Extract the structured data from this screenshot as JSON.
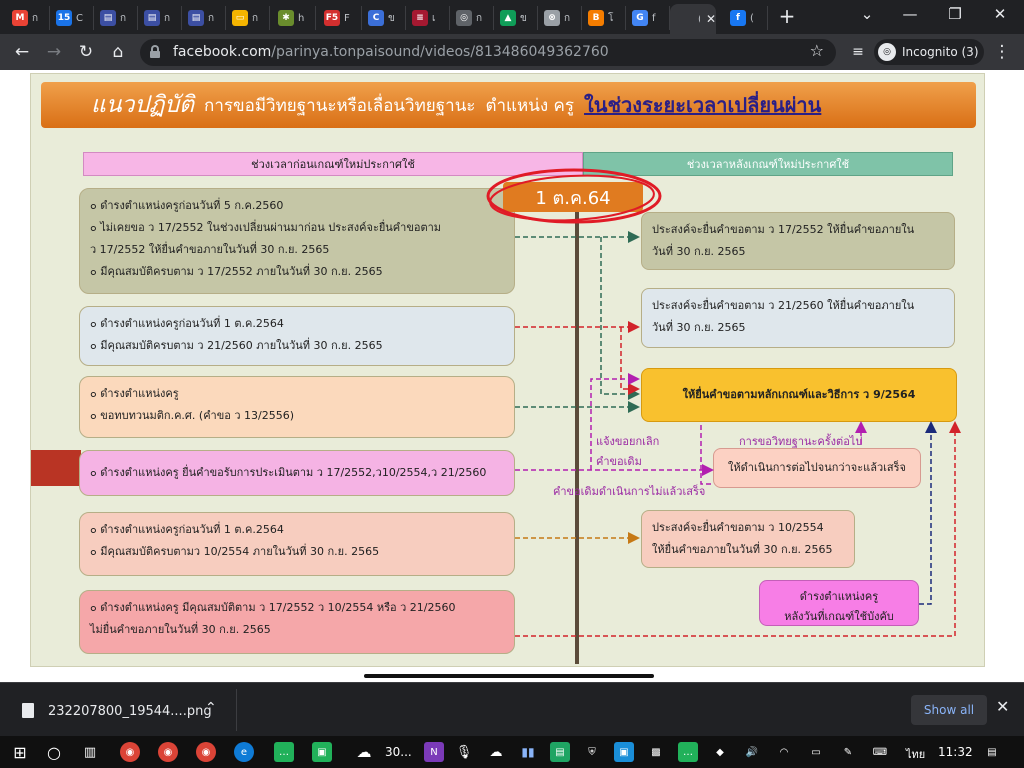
{
  "tabs": [
    {
      "icon": "gmail-icon",
      "letter": "M",
      "color": "#ea4335",
      "title": "ก"
    },
    {
      "icon": "calendar-icon",
      "letter": "15",
      "color": "#1a73e8",
      "title": "C"
    },
    {
      "icon": "sheets-icon",
      "letter": "▤",
      "color": "#3c4fa3",
      "title": "ก"
    },
    {
      "icon": "sheets-icon",
      "letter": "▤",
      "color": "#3c4fa3",
      "title": "ก"
    },
    {
      "icon": "sheets-icon",
      "letter": "▤",
      "color": "#3c4fa3",
      "title": "ก"
    },
    {
      "icon": "slides-icon",
      "letter": "▭",
      "color": "#f4b400",
      "title": "ก"
    },
    {
      "icon": "pinwheel-icon",
      "letter": "✱",
      "color": "#6a8d2d",
      "title": "h"
    },
    {
      "icon": "f5-icon",
      "letter": "F5",
      "color": "#d32f2f",
      "title": "F"
    },
    {
      "icon": "c-icon",
      "letter": "C",
      "color": "#3b6fd8",
      "title": "ข"
    },
    {
      "icon": "thai-flag-icon",
      "letter": "≡",
      "color": "#a51931",
      "title": "เ"
    },
    {
      "icon": "incognito-icon",
      "letter": "◎",
      "color": "#5f6368",
      "title": "ก"
    },
    {
      "icon": "drive-icon",
      "letter": "▲",
      "color": "#0f9d58",
      "title": "ข"
    },
    {
      "icon": "globe-icon",
      "letter": "⊗",
      "color": "#9aa0a6",
      "title": "ก"
    },
    {
      "icon": "blogger-icon",
      "letter": "B",
      "color": "#f57d00",
      "title": "โ"
    },
    {
      "icon": "google-icon",
      "letter": "G",
      "color": "#4285f4",
      "title": "f"
    },
    {
      "icon": "video-icon",
      "letter": "",
      "color": "#35363a",
      "title": "(1"
    },
    {
      "icon": "facebook-icon",
      "letter": "f",
      "color": "#1877f2",
      "title": "("
    }
  ],
  "url": {
    "domain": "facebook.com",
    "path": "/parinya.tonpaisound/videos/813486049362760"
  },
  "incognito": {
    "label": "Incognito (3)"
  },
  "slide": {
    "title": {
      "t1": "แนวปฏิบัติ",
      "t2": "การขอมีวิทยฐานะหรือเลื่อนวิทยฐานะ",
      "t3": "ตำแหน่ง ครู",
      "t4": "ในช่วงระยะเวลาเปลี่ยนผ่าน"
    },
    "col_left": "ช่วงเวลาก่อนเกณฑ์ใหม่ประกาศใช้",
    "col_right": "ช่วงเวลาหลังเกณฑ์ใหม่ประกาศใช้",
    "date_badge": "1 ต.ค.64",
    "left_boxes": [
      {
        "lines": [
          "๐  ดำรงตำแหน่งครูก่อนวันที่ 5 ก.ค.2560",
          "๐  ไม่เคยขอ ว 17/2552 ในช่วงเปลี่ยนผ่านมาก่อน ประสงค์จะยื่นคำขอตาม",
          "     ว 17/2552 ให้ยื่นคำขอภายในวันที่ 30 ก.ย. 2565",
          "๐  มีคุณสมบัติครบตาม ว 17/2552 ภายในวันที่ 30 ก.ย. 2565"
        ]
      },
      {
        "lines": [
          "๐  ดำรงตำแหน่งครูก่อนวันที่ 1 ต.ค.2564",
          "๐  มีคุณสมบัติครบตาม ว 21/2560 ภายในวันที่ 30 ก.ย. 2565"
        ]
      },
      {
        "lines": [
          "๐  ดำรงตำแหน่งครู",
          "๐  ขอทบทวนมติก.ค.ศ. (คำขอ ว 13/2556)"
        ]
      },
      {
        "lines": [
          "๐  ดำรงตำแหน่งครู ยื่นคำขอรับการประเมินตาม ว 17/2552,ว10/2554,ว 21/2560"
        ]
      },
      {
        "lines": [
          "๐  ดำรงตำแหน่งครูก่อนวันที่ 1 ต.ค.2564",
          "๐  มีคุณสมบัติครบตามว 10/2554 ภายในวันที่ 30 ก.ย. 2565"
        ]
      },
      {
        "lines": [
          "๐  ดำรงตำแหน่งครู มีคุณสมบัติตาม ว 17/2552 ว 10/2554 หรือ ว 21/2560",
          "     ไม่ยื่นคำขอภายในวันที่ 30 ก.ย. 2565"
        ]
      }
    ],
    "right_boxes": {
      "r1": [
        "ประสงค์จะยื่นคำขอตาม ว 17/2552 ให้ยื่นคำขอภายใน",
        "วันที่ 30 ก.ย. 2565"
      ],
      "r2": [
        "ประสงค์จะยื่นคำขอตาม ว 21/2560 ให้ยื่นคำขอภายใน",
        "วันที่ 30 ก.ย. 2565"
      ],
      "r3": "ให้ยื่นคำขอตามหลักเกณฑ์และวิธีการ ว 9/2564",
      "r4": "ให้ดำเนินการต่อไปจนกว่าจะแล้วเสร็จ",
      "r5": [
        "ประสงค์จะยื่นคำขอตาม ว 10/2554",
        "ให้ยื่นคำขอภายในวันที่ 30 ก.ย. 2565"
      ],
      "r6": [
        "ดำรงตำแหน่งครู",
        "หลังวันที่เกณฑ์ใช้บังคับ"
      ]
    },
    "labels": {
      "cancel1": "แจ้งขอยกเลิก",
      "cancel2": "คำขอเดิม",
      "continue": "คำขอเดิมดำเนินการไม่แล้วเสร็จ",
      "next": "การขอวิทยฐานะครั้งต่อไป"
    }
  },
  "download": {
    "filename": "232207800_19544....png",
    "show_all": "Show all"
  },
  "taskbar": {
    "weather": "30...",
    "lang": "ไทย",
    "time": "11:32"
  }
}
